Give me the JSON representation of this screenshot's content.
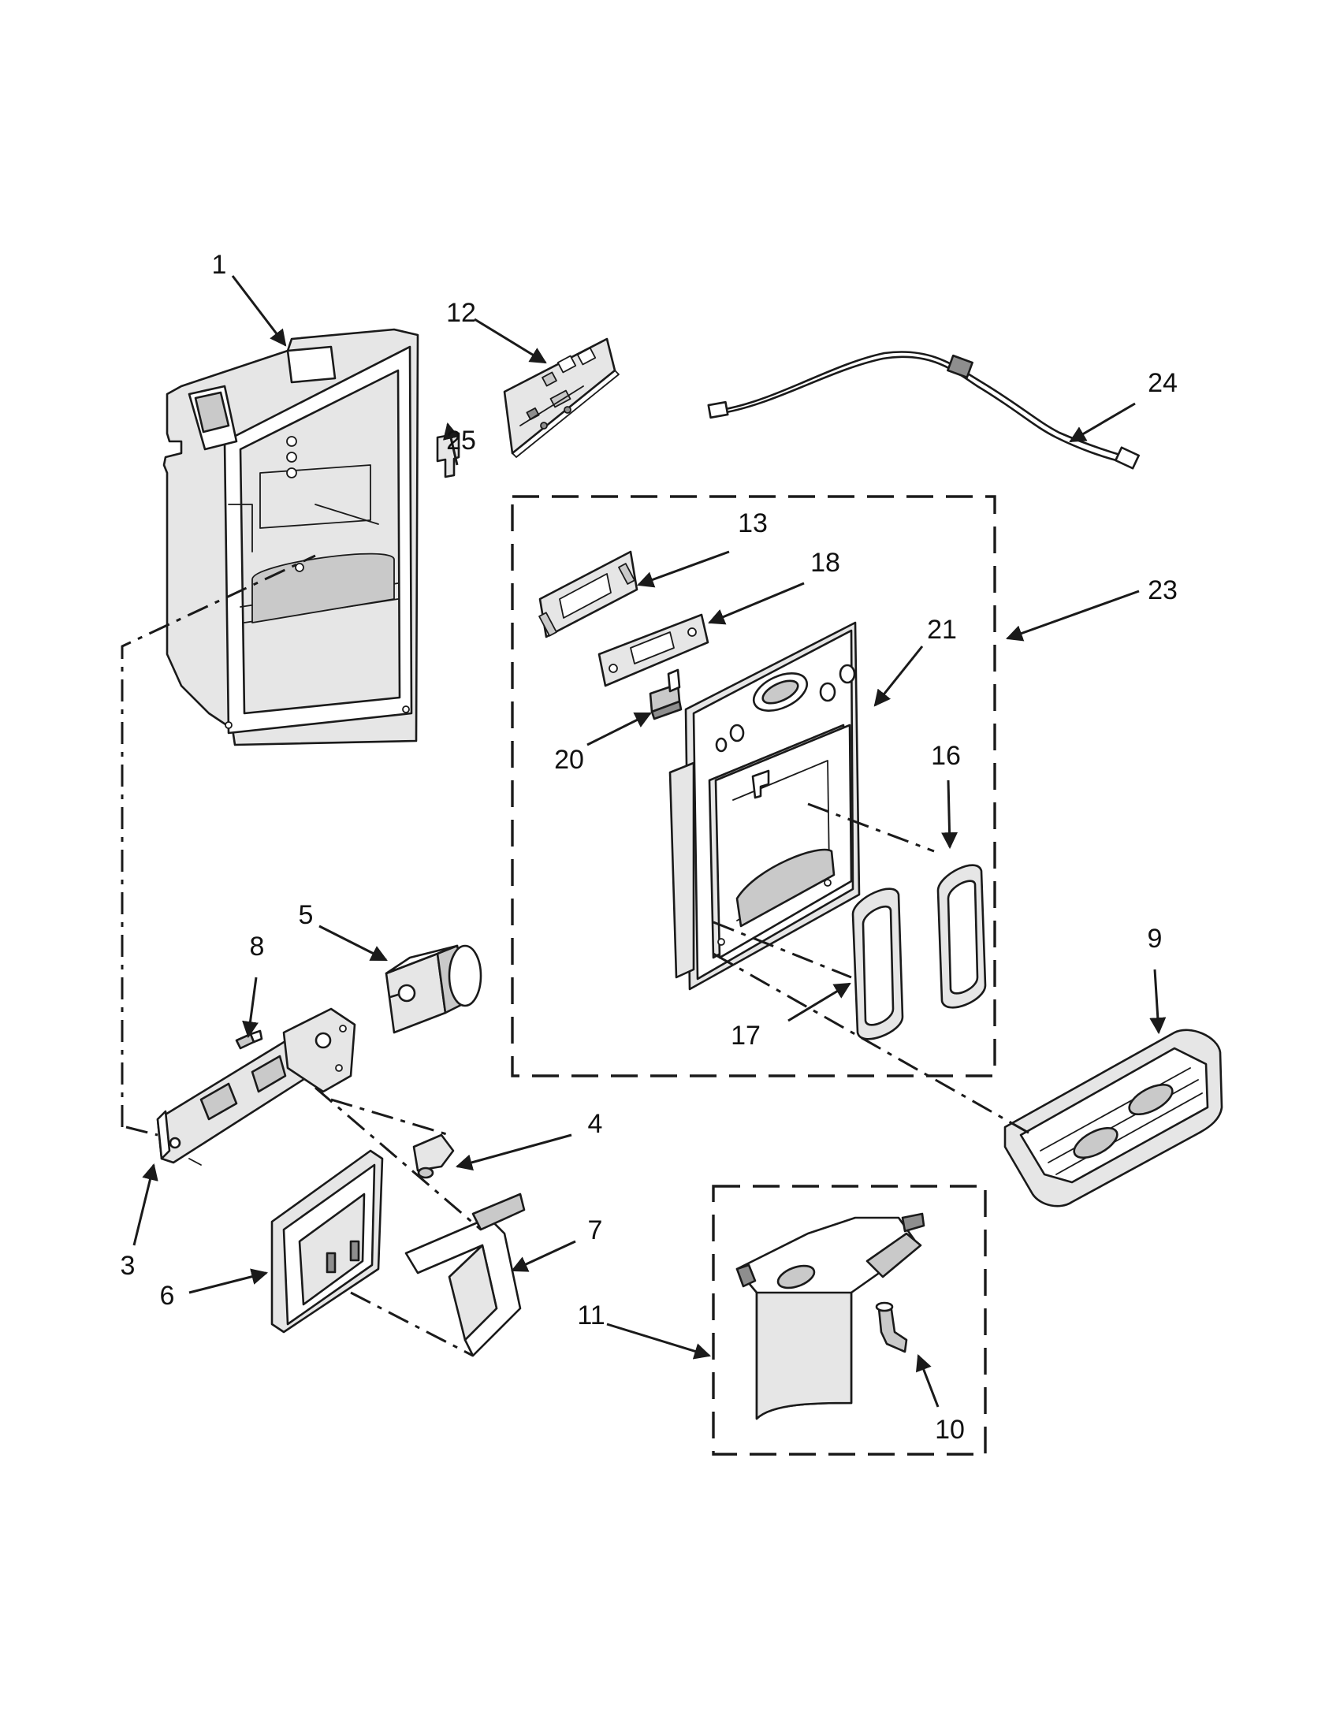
{
  "diagram": {
    "callouts": [
      {
        "id": "1",
        "label": "1"
      },
      {
        "id": "3",
        "label": "3"
      },
      {
        "id": "4",
        "label": "4"
      },
      {
        "id": "5",
        "label": "5"
      },
      {
        "id": "6",
        "label": "6"
      },
      {
        "id": "7",
        "label": "7"
      },
      {
        "id": "8",
        "label": "8"
      },
      {
        "id": "9",
        "label": "9"
      },
      {
        "id": "10",
        "label": "10"
      },
      {
        "id": "11",
        "label": "11"
      },
      {
        "id": "12",
        "label": "12"
      },
      {
        "id": "13",
        "label": "13"
      },
      {
        "id": "16",
        "label": "16"
      },
      {
        "id": "17",
        "label": "17"
      },
      {
        "id": "18",
        "label": "18"
      },
      {
        "id": "20",
        "label": "20"
      },
      {
        "id": "21",
        "label": "21"
      },
      {
        "id": "23",
        "label": "23"
      },
      {
        "id": "24",
        "label": "24"
      },
      {
        "id": "25",
        "label": "25"
      }
    ]
  }
}
